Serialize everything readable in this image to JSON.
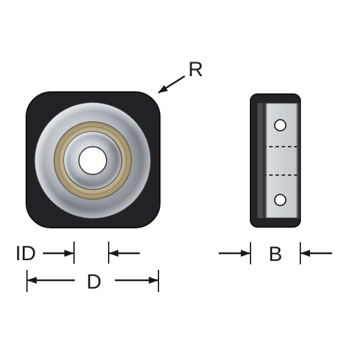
{
  "labels": {
    "radius": "R",
    "inner_diameter": "ID",
    "outer_diameter": "D",
    "width": "B"
  },
  "colors": {
    "ink": "#1a1a1a",
    "body": "#222226",
    "steel_light": "#e6e8ec",
    "steel_mid": "#9aa0a8",
    "bronze": "#b8aa86",
    "side_face": "#c9ccd1"
  },
  "icons": {
    "arrow": "arrowhead-icon"
  }
}
